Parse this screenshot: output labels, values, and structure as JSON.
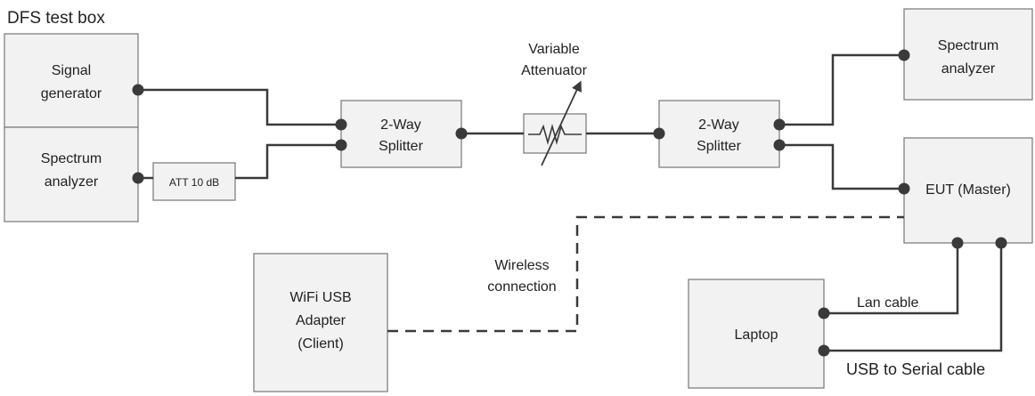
{
  "diagram": {
    "title": "DFS test box",
    "nodes": {
      "signal_generator": [
        "Signal",
        "generator"
      ],
      "spectrum_analyzer_left": [
        "Spectrum",
        "analyzer"
      ],
      "att_10db": [
        "ATT 10 dB"
      ],
      "splitter_left": [
        "2-Way",
        "Splitter"
      ],
      "variable_attenuator": [
        "Variable",
        "Attenuator"
      ],
      "splitter_right": [
        "2-Way",
        "Splitter"
      ],
      "spectrum_analyzer_right": [
        "Spectrum",
        "analyzer"
      ],
      "eut_master": [
        "EUT (Master)"
      ],
      "wifi_usb_adapter": [
        "WiFi USB",
        "Adapter",
        "(Client)"
      ],
      "laptop": [
        "Laptop"
      ]
    },
    "connection_labels": {
      "wireless": [
        "Wireless",
        "connection"
      ],
      "lan": "Lan cable",
      "usb_serial": "USB to Serial cable"
    },
    "colors": {
      "box_fill": "#f2f2f2",
      "box_stroke": "#7f7f7f",
      "wire": "#3a3a3a",
      "text": "#222222"
    }
  }
}
